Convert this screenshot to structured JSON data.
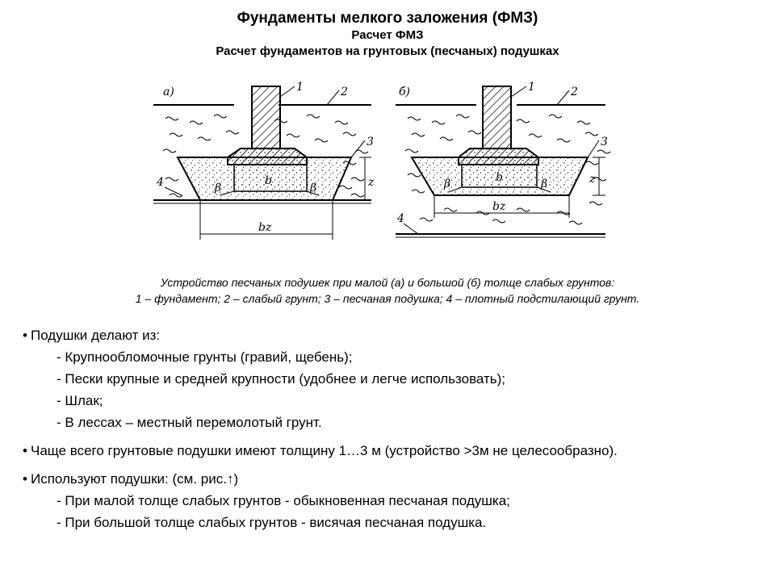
{
  "header": {
    "title": "Фундаменты мелкого заложения (ФМЗ)",
    "subtitle": "Расчет ФМЗ",
    "subtitle2": "Расчет фундаментов на грунтовых (песчаных) подушках"
  },
  "figure": {
    "panel_a": {
      "label": "а)",
      "callouts": [
        "1",
        "2",
        "3",
        "4"
      ],
      "b": "b",
      "bz": "bz",
      "z": "z",
      "beta": "β"
    },
    "panel_b": {
      "label": "б)",
      "callouts": [
        "1",
        "2",
        "3",
        "4"
      ],
      "b": "b",
      "bz": "bz",
      "z": "z",
      "beta": "β"
    }
  },
  "caption": {
    "line1": "Устройство песчаных подушек при малой (а) и большой (б) толще слабых грунтов:",
    "line2": "1 – фундамент; 2 – слабый грунт; 3 – песчаная подушка; 4 – плотный подстилающий грунт."
  },
  "bullets": [
    {
      "text": "Подушки делают из:",
      "items": [
        "- Крупнообломочные грунты (гравий, щебень);",
        "- Пески крупные и средней крупности (удобнее и легче использовать);",
        "- Шлак;",
        "- В лессах – местный перемолотый грунт."
      ]
    },
    {
      "text": "Чаще всего грунтовые подушки имеют толщину 1…3 м (устройство >3м не целесообразно).",
      "items": []
    },
    {
      "text": "Используют подушки: (см. рис.↑)",
      "items": [
        "- При малой толще слабых грунтов - обыкновенная песчаная подушка;",
        "- При большой толще слабых грунтов - висячая песчаная подушка."
      ]
    }
  ]
}
